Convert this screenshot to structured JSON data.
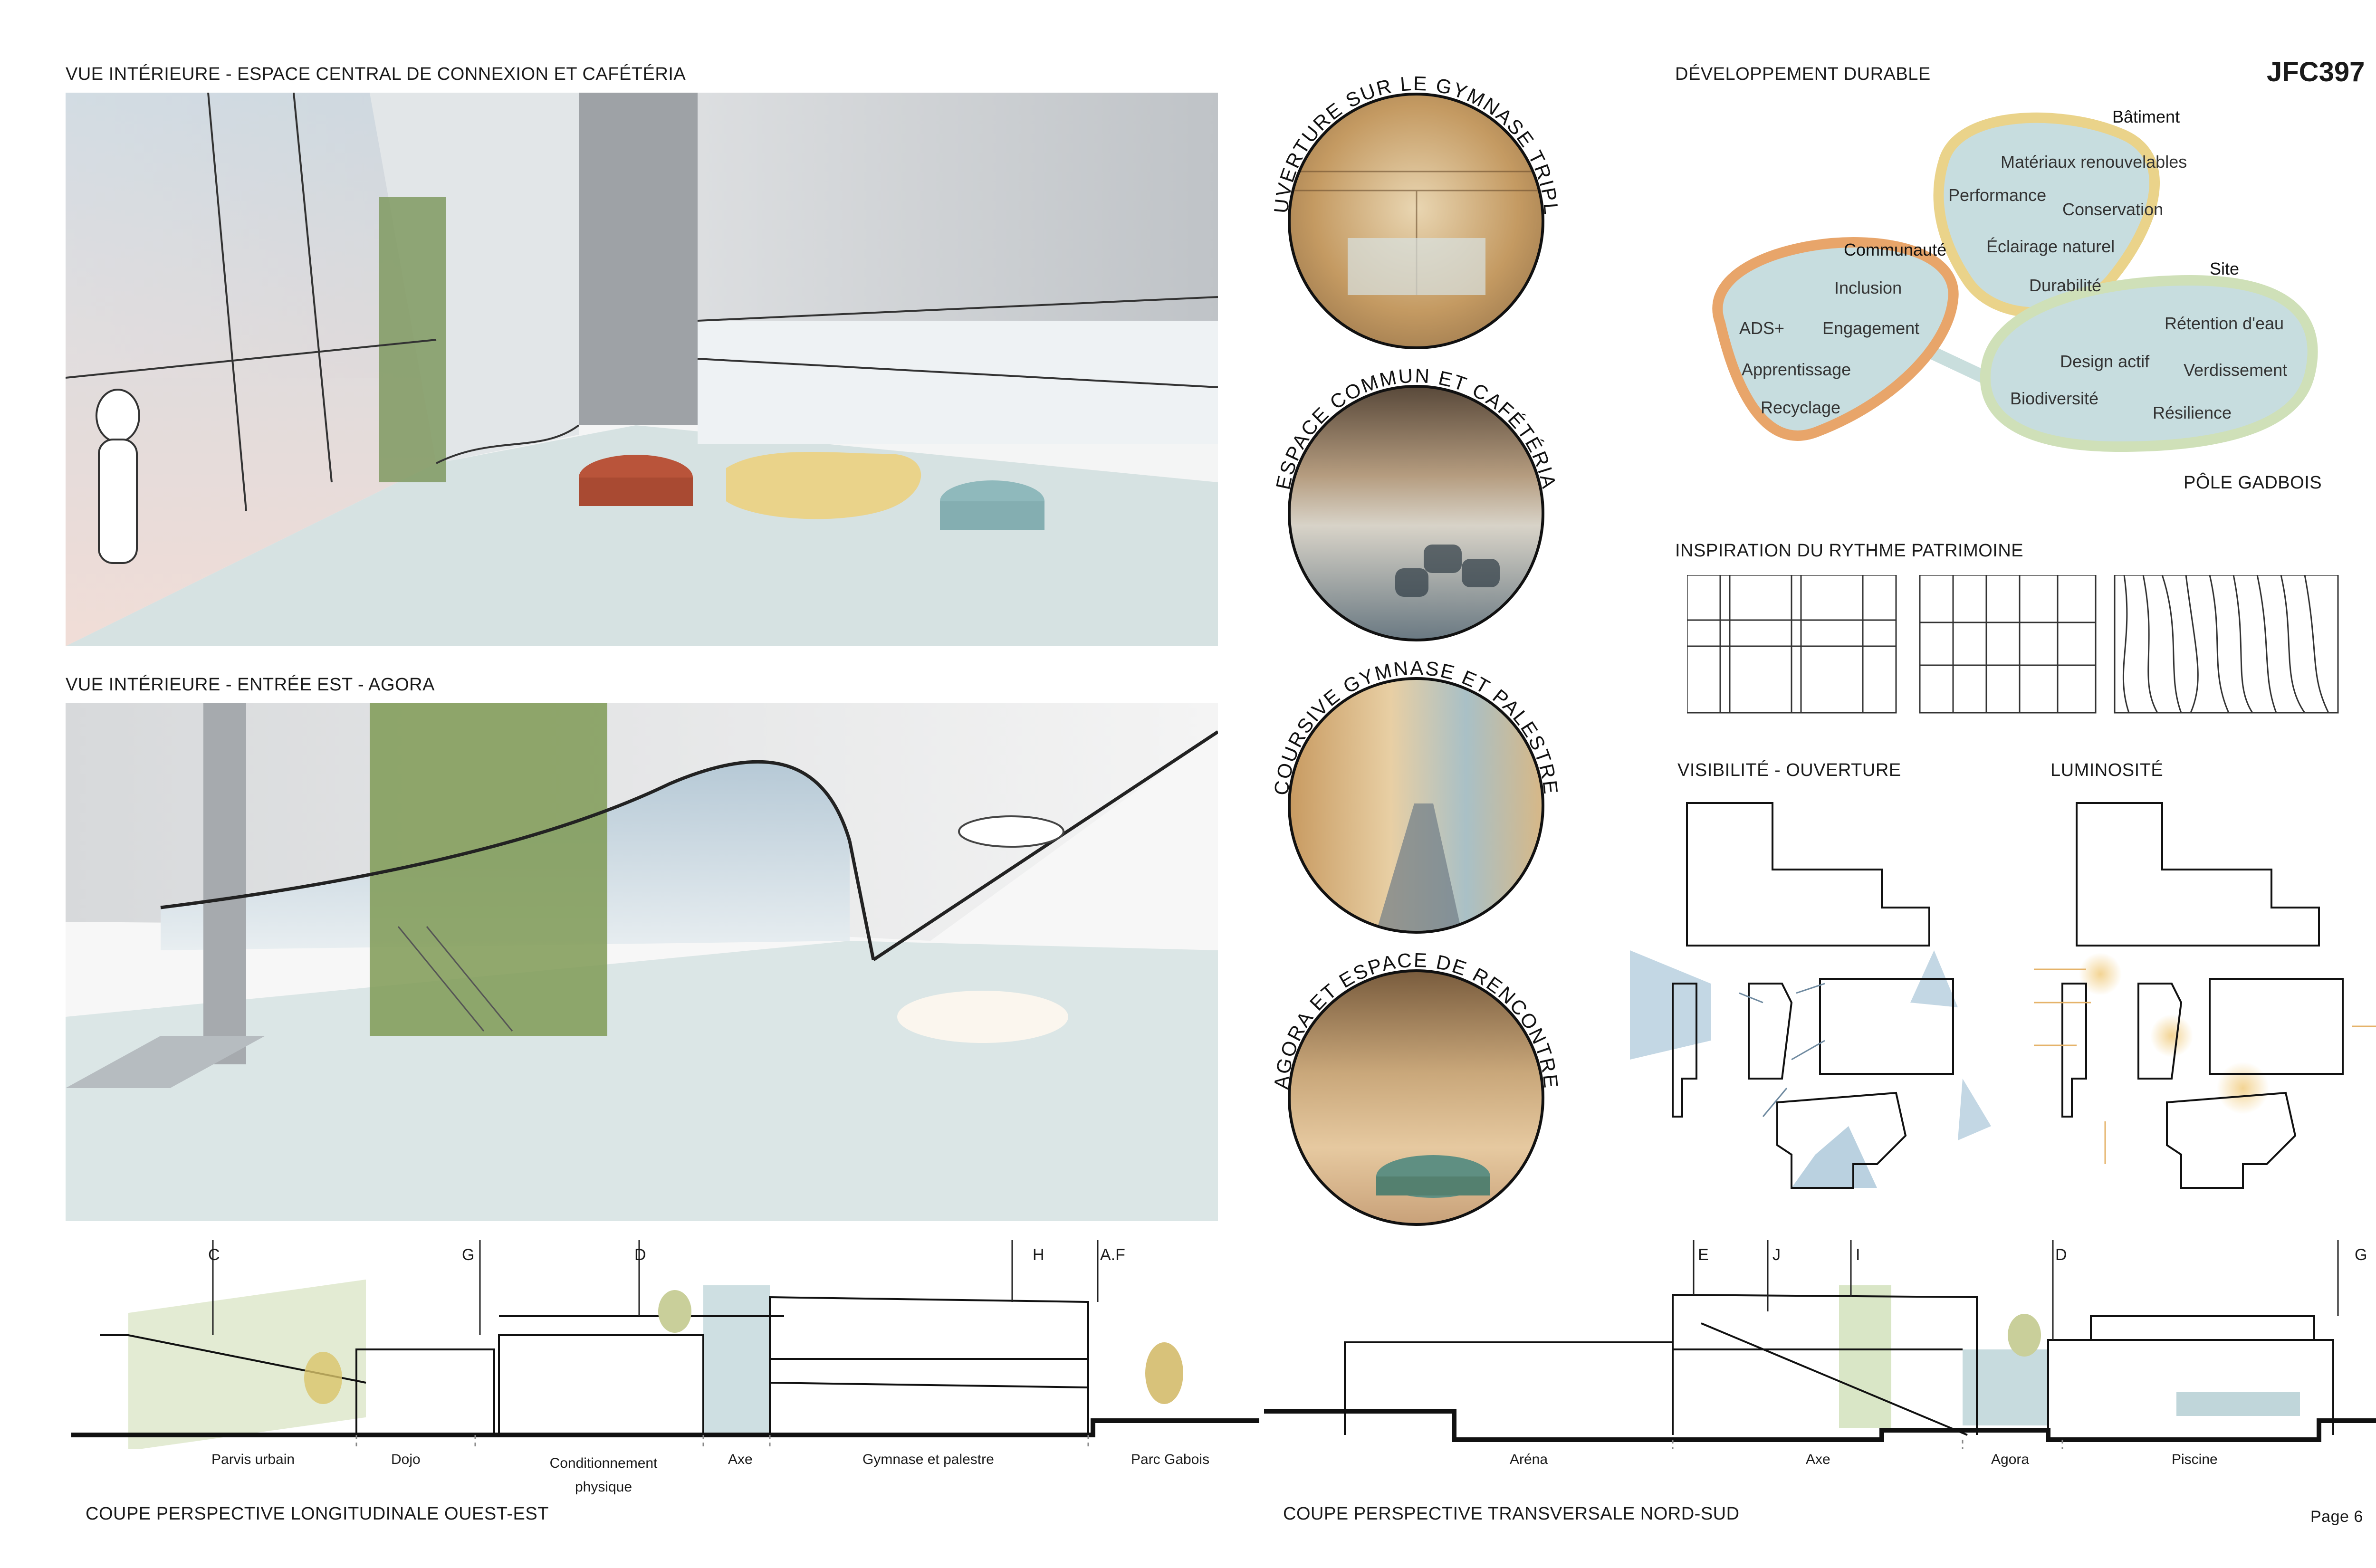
{
  "code": "JFC397",
  "page": "Page 6",
  "views": {
    "top_title": "VUE INTÉRIEURE - ESPACE CENTRAL DE CONNEXION ET CAFÉTÉRIA",
    "bottom_title": "VUE INTÉRIEURE - ENTRÉE EST - AGORA"
  },
  "circles": [
    {
      "caption": "OUVERTURE SUR LE GYMNASE TRIPLE"
    },
    {
      "caption": "ESPACE COMMUN ET CAFÉTÉRIA"
    },
    {
      "caption": "COURSIVE GYMNASE ET PALESTRE"
    },
    {
      "caption": "AGORA ET ESPACE DE RENCONTRE"
    }
  ],
  "sustainability": {
    "title": "DÉVELOPPEMENT DURABLE",
    "groups": [
      {
        "name": "Bâtiment",
        "items": [
          "Matériaux renouvelables",
          "Performance",
          "Conservation",
          "Éclairage naturel",
          "Durabilité"
        ]
      },
      {
        "name": "Communauté",
        "items": [
          "Inclusion",
          "ADS+",
          "Engagement",
          "Apprentissage",
          "Recyclage"
        ]
      },
      {
        "name": "Site",
        "items": [
          "Rétention d'eau",
          "Design actif",
          "Verdissement",
          "Biodiversité",
          "Résilience"
        ]
      }
    ],
    "footer": "PÔLE GADBOIS"
  },
  "heritage": {
    "title": "INSPIRATION DU RYTHME PATRIMOINE"
  },
  "diagrams": {
    "visibility": "VISIBILITÉ - OUVERTURE",
    "luminosity": "LUMINOSITÉ"
  },
  "section_long": {
    "title": "COUPE PERSPECTIVE LONGITUDINALE OUEST-EST",
    "markers": [
      "C",
      "G",
      "D",
      "H",
      "A.F"
    ],
    "zones": [
      "Parvis urbain",
      "Dojo",
      "Conditionnement physique",
      "Axe",
      "Gymnase et palestre",
      "Parc Gabois"
    ]
  },
  "section_trans": {
    "title": "COUPE PERSPECTIVE TRANSVERSALE NORD-SUD",
    "markers": [
      "E",
      "J",
      "I",
      "D",
      "G"
    ],
    "zones": [
      "Aréna",
      "Axe",
      "Agora",
      "Piscine"
    ]
  },
  "colors": {
    "orange": "#e8a56a",
    "yellow": "#ead38a",
    "green": "#cfe0b8",
    "teal": "#b9d2d6",
    "blue": "#a9c6d8"
  }
}
